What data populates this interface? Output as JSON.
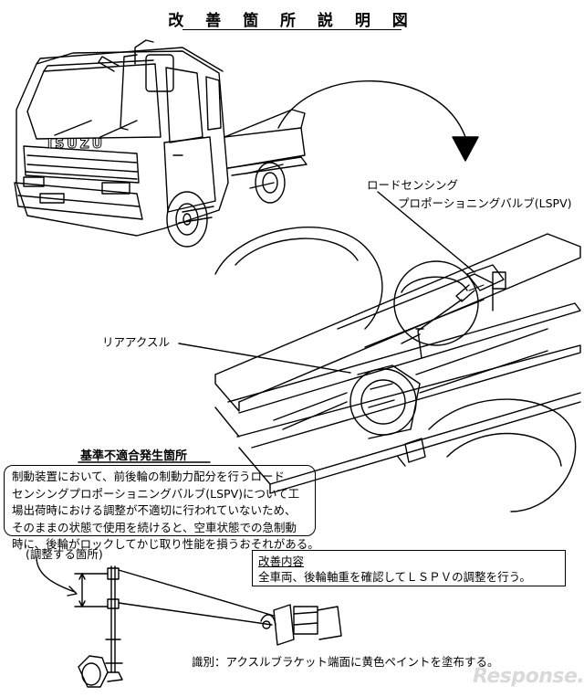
{
  "title": "改 善 箇 所 説 明 図",
  "labels": {
    "lspv_line1": "ロードセンシング",
    "lspv_line2": "プロポーショニングバルブ(LSPV)",
    "rear_axle": "リアアクスル",
    "defect_location": "基準不適合発生箇所",
    "adjust_point": "(調整する箇所)",
    "identification": "識別：アクスルブラケット端面に黄色ペイントを塗布する。"
  },
  "defect_text": [
    "制動装置において、前後輪の制動力配分を行うロード",
    "センシングプロポーショニングバルブ(LSPV)について工",
    "場出荷時における調整が不適切に行われていないため、",
    "そのままの状態で使用を続けると、空車状態での急制動",
    "時に、後輪がロックしてかじ取り性能を損うおそれがある。"
  ],
  "remedy": {
    "heading": "改善内容",
    "text": "全車両、後輪軸重を確認してＬＳＰＶの調整を行う。"
  },
  "truck_badge": "ISUZU",
  "watermark": "Response."
}
